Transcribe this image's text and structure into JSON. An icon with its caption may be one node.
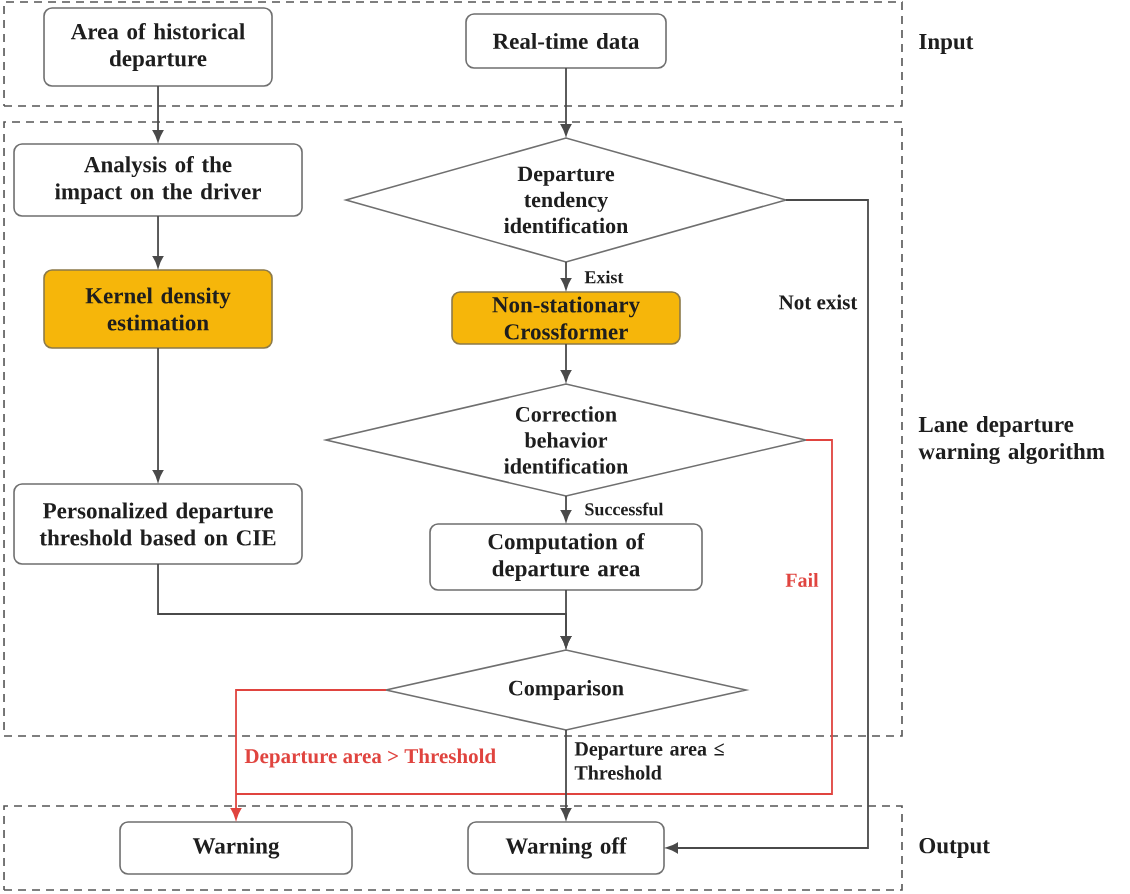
{
  "diagram": {
    "nodes": [
      {
        "text": [
          "Input"
        ]
      },
      {
        "text": [
          "Area of historical departure"
        ],
        "in": 0
      },
      {
        "text": [
          "Real-time data"
        ],
        "in": 0
      },
      {
        "text": [
          "Lane departure warning algorithm"
        ]
      },
      {
        "text": [
          "Analysis of the impact on the driver"
        ],
        "in": 3
      },
      {
        "text": [
          "Departure tendency identification"
        ],
        "in": 3
      },
      {
        "text": [
          "Kernel density estimation"
        ],
        "in": 3
      },
      {
        "text": [
          "Non-stationary Crossformer"
        ],
        "in": 3
      },
      {
        "text": [
          "Correction behavior identification"
        ],
        "in": 3
      },
      {
        "text": [
          "Personalized departure threshold based on CIE"
        ],
        "in": 3
      },
      {
        "text": [
          "Computation of departure area"
        ],
        "in": 3
      },
      {
        "text": [
          "Comparison"
        ],
        "in": 3
      },
      {
        "text": [
          "Output"
        ]
      },
      {
        "text": [
          "Warning"
        ],
        "in": 12
      },
      {
        "text": [
          "Warning off"
        ],
        "in": 12
      }
    ],
    "edges": [
      {
        "from": 1,
        "to": 4,
        "arrow": "to"
      },
      {
        "from": 2,
        "to": 5,
        "arrow": "to"
      },
      {
        "from": 4,
        "to": 6,
        "arrow": "to"
      },
      {
        "from": 5,
        "to": 7,
        "arrow": "to",
        "label": "Exist"
      },
      {
        "from": 5,
        "to": 14,
        "arrow": "to",
        "label": "Not exist"
      },
      {
        "from": 7,
        "to": 8,
        "arrow": "to"
      },
      {
        "from": 6,
        "to": 9,
        "arrow": "to"
      },
      {
        "from": 8,
        "to": 10,
        "arrow": "to",
        "label": "Successful"
      },
      {
        "from": 8,
        "to": 13,
        "arrow": "to",
        "label": "Fail",
        "color": "#e0443f"
      },
      {
        "from": 9,
        "to": 11,
        "arrow": "to"
      },
      {
        "from": 10,
        "to": 11,
        "arrow": "to"
      },
      {
        "from": 11,
        "to": 13,
        "arrow": "to",
        "label": "Departure area > Threshold",
        "color": "#e0443f"
      },
      {
        "from": 11,
        "to": 14,
        "arrow": "to",
        "label": "Departure area ≤ Threshold"
      }
    ]
  }
}
